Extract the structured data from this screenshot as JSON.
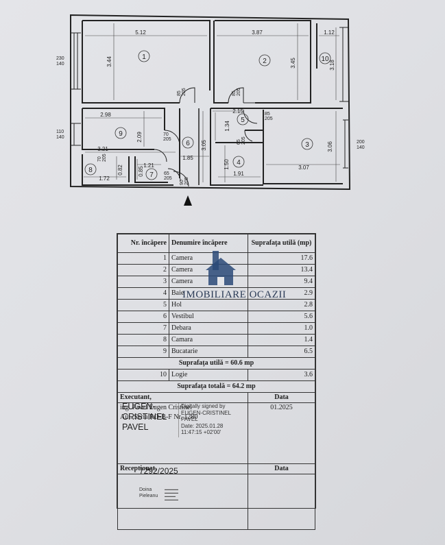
{
  "plan": {
    "rooms": [
      {
        "num": "1"
      },
      {
        "num": "2"
      },
      {
        "num": "3"
      },
      {
        "num": "4"
      },
      {
        "num": "5"
      },
      {
        "num": "6"
      },
      {
        "num": "7"
      },
      {
        "num": "8"
      },
      {
        "num": "9"
      },
      {
        "num": "10"
      }
    ],
    "dims": {
      "d512": "5.12",
      "d344": "3.44",
      "d387": "3.87",
      "d345": "3.45",
      "d112": "1.12",
      "d318": "3.18",
      "d298": "2.98",
      "d209": "2.09",
      "d321": "3.21",
      "d215": "2.15",
      "d134": "1.34",
      "d305": "3.05",
      "d185": "1.85",
      "d150": "1.50",
      "d191": "1.91",
      "d307": "3.07",
      "d306": "3.06",
      "d172": "1.72",
      "d082": "0.82",
      "d085": "0.85",
      "d121": "1.21"
    },
    "doors": {
      "a": "85\n205",
      "b": "85\n205",
      "c": "85\n205",
      "d": "70\n205",
      "e": "65\n205",
      "f": "70\n205",
      "g": "65\n205",
      "h": "90\n205"
    },
    "windows": {
      "left_top": "230\n140",
      "left_mid": "110\n140",
      "right_mid": "200\n140"
    }
  },
  "table": {
    "headers": {
      "nr": "Nr. încăpere",
      "name": "Denumire încăpere",
      "area": "Suprafaţa utilă (mp)"
    },
    "rows": [
      {
        "nr": "1",
        "name": "Camera",
        "area": "17.6"
      },
      {
        "nr": "2",
        "name": "Camera",
        "area": "13.4"
      },
      {
        "nr": "3",
        "name": "Camera",
        "area": "9.4"
      },
      {
        "nr": "4",
        "name": "Baie",
        "area": "2.9"
      },
      {
        "nr": "5",
        "name": "Hol",
        "area": "2.8"
      },
      {
        "nr": "6",
        "name": "Vestibul",
        "area": "5.6"
      },
      {
        "nr": "7",
        "name": "Debara",
        "area": "1.0"
      },
      {
        "nr": "8",
        "name": "Camara",
        "area": "1.4"
      },
      {
        "nr": "9",
        "name": "Bucatarie",
        "area": "6.5"
      }
    ],
    "useful_total": "Suprafaţa utilă = 60.6 mp",
    "logie": {
      "nr": "10",
      "name": "Logie",
      "area": "3.6"
    },
    "total": "Suprafaţa totală = 64.2 mp",
    "executant": {
      "label": "Executant,",
      "date_label": "Data",
      "line1": "ing. Pavel Eugen Cristinel",
      "line2": "Aut. Seria RO-B-F Nr. 1280",
      "date": "01.2025"
    },
    "signature": {
      "name": "EUGEN-\nCRISTINEL\nPAVEL",
      "info": "Digitally signed by\nEUGEN-CRISTINEL\nPAVEL\nDate: 2025.01.28\n11:47:15 +02'00'"
    },
    "receptionat": {
      "label": "Receptionat,",
      "date_label": "Data",
      "number": "7292/2025",
      "signer": "Doina\nPieleanu"
    }
  },
  "watermark": {
    "text": "IMOBILIARE OCAZII",
    "color": "#2b4a78"
  }
}
